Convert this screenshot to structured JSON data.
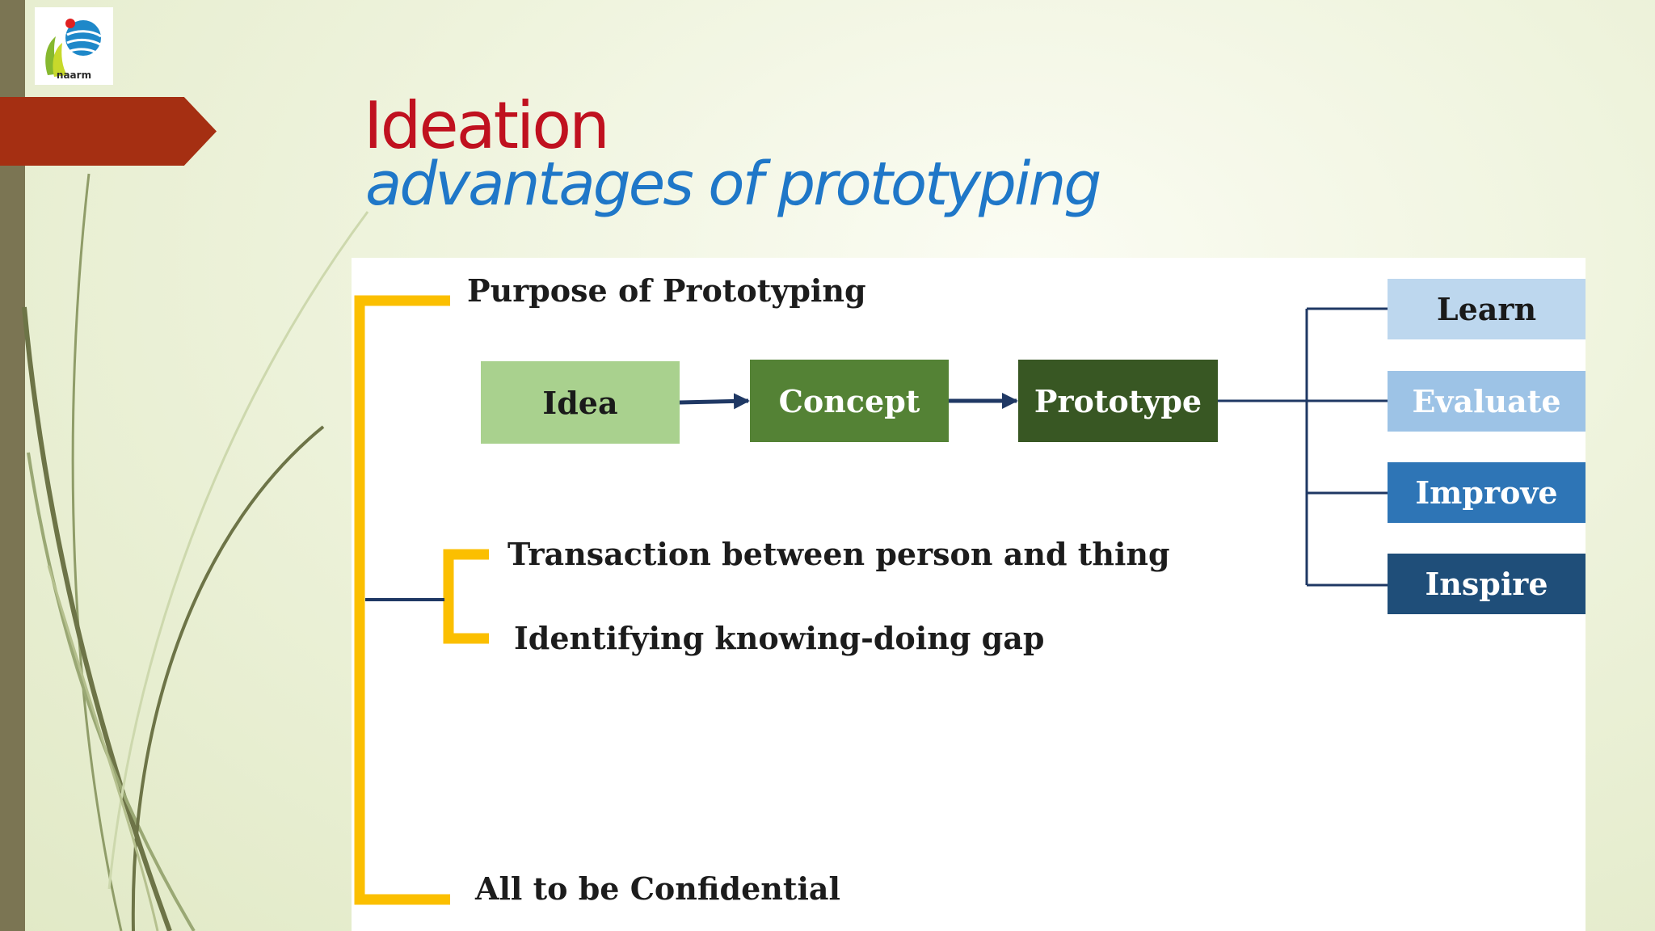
{
  "header": {
    "logo_text": "naarm",
    "title": "Ideation",
    "subtitle": "advantages of prototyping"
  },
  "diagram": {
    "purpose_label": "Purpose of Prototyping",
    "flow": [
      {
        "label": "Idea",
        "fill": "#a9d18e",
        "text_color": "#1a1a1a"
      },
      {
        "label": "Concept",
        "fill": "#548235",
        "text_color": "#ffffff"
      },
      {
        "label": "Prototype",
        "fill": "#385723",
        "text_color": "#ffffff"
      }
    ],
    "outcomes": [
      {
        "label": "Learn",
        "fill": "#bdd7ee",
        "text_color": "#1a1a1a"
      },
      {
        "label": "Evaluate",
        "fill": "#9dc3e6",
        "text_color": "#ffffff"
      },
      {
        "label": "Improve",
        "fill": "#2e75b6",
        "text_color": "#ffffff"
      },
      {
        "label": "Inspire",
        "fill": "#1f4e79",
        "text_color": "#ffffff"
      }
    ],
    "sub_points": [
      "Transaction between person and thing",
      "Identifying knowing-doing gap"
    ],
    "footer_label": "All to be Confidential",
    "colors": {
      "bracket": "#fbbf00",
      "connector": "#1f3864",
      "title_red": "#c0111f",
      "subtitle_blue": "#1f77c8",
      "accent_arrow": "#a52f12"
    }
  }
}
